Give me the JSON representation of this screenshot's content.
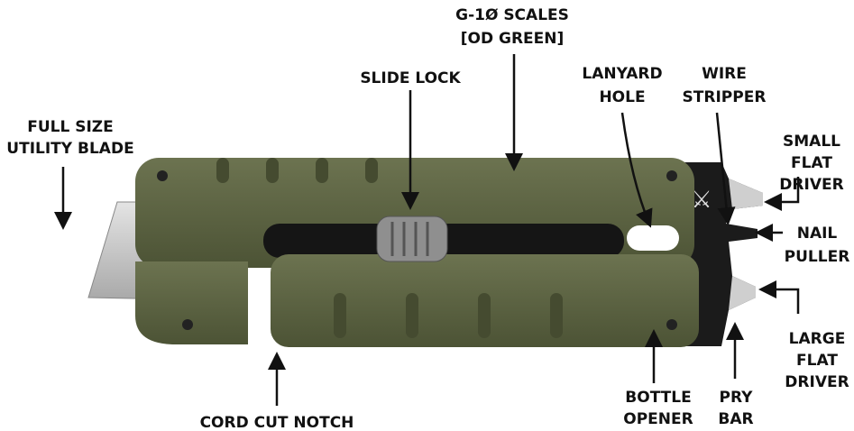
{
  "labels": {
    "scales": [
      "G-1Ø SCALES",
      "[OD GREEN]"
    ],
    "slide_lock": [
      "SLIDE LOCK"
    ],
    "blade": [
      "FULL SIZE",
      "UTILITY BLADE"
    ],
    "lanyard_hole": [
      "LANYARD",
      "HOLE"
    ],
    "wire_stripper": [
      "WIRE",
      "STRIPPER"
    ],
    "small_flat_driver": [
      "SMALL",
      "FLAT",
      "DRIVER"
    ],
    "nail_puller": [
      "NAIL",
      "PULLER"
    ],
    "large_flat_driver": [
      "LARGE",
      "FLAT",
      "DRIVER"
    ],
    "bottle_opener": [
      "BOTTLE",
      "OPENER"
    ],
    "pry_bar": [
      "PRY",
      "BAR"
    ],
    "cord_cut_notch": [
      "CORD CUT NOTCH"
    ]
  },
  "colors": {
    "scale_green": "#5b6240",
    "blade_steel": "#c9c9c9",
    "head_black": "#1b1b1b",
    "text": "#111111"
  }
}
